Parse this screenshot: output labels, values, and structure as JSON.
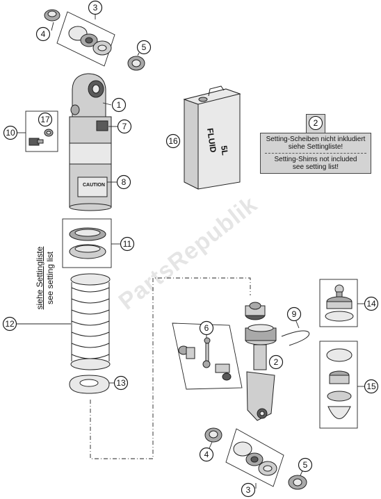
{
  "callouts": {
    "c1": "1",
    "c2a": "2",
    "c2b": "2",
    "c3a": "3",
    "c3b": "3",
    "c4a": "4",
    "c4b": "4",
    "c5a": "5",
    "c5b": "5",
    "c6": "6",
    "c7": "7",
    "c8": "8",
    "c9": "9",
    "c10": "10",
    "c11": "11",
    "c12": "12",
    "c13": "13",
    "c14": "14",
    "c15": "15",
    "c16": "16",
    "c17": "17"
  },
  "note": {
    "line1": "Setting-Scheiben nicht inkludiert",
    "line2": "siehe Settingliste!",
    "line3": "Setting-Shims not included",
    "line4": "see setting list!"
  },
  "spring_note": {
    "line1": "siehe Settingliste",
    "line2": "see setting list"
  },
  "fluid_can": {
    "label": "FLUID",
    "volume": "5L"
  },
  "caution_label": "CAUTION",
  "watermark": "PartsRepublik"
}
